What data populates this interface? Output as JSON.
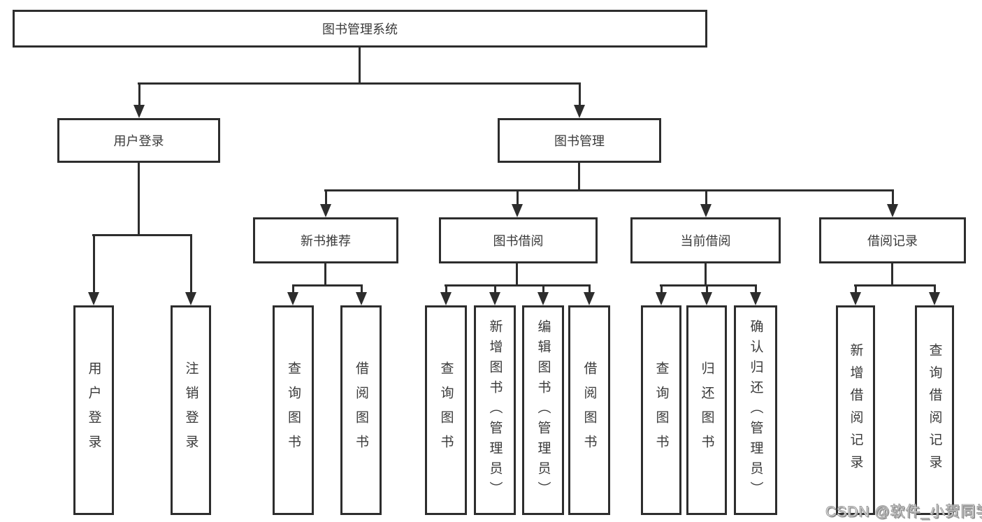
{
  "tree": {
    "label": "图书管理系统",
    "children": [
      {
        "label": "用户登录",
        "children": [
          {
            "label": "用户登录"
          },
          {
            "label": "注销登录"
          }
        ]
      },
      {
        "label": "图书管理",
        "children": [
          {
            "label": "新书推荐",
            "children": [
              {
                "label": "查询图书"
              },
              {
                "label": "借阅图书"
              }
            ]
          },
          {
            "label": "图书借阅",
            "children": [
              {
                "label": "查询图书"
              },
              {
                "label": "新增图书（管理员）"
              },
              {
                "label": "编辑图书（管理员）"
              },
              {
                "label": "借阅图书"
              }
            ]
          },
          {
            "label": "当前借阅",
            "children": [
              {
                "label": "查询图书"
              },
              {
                "label": "归还图书"
              },
              {
                "label": "确认归还（管理员）"
              }
            ]
          },
          {
            "label": "借阅记录",
            "children": [
              {
                "label": "新增借阅记录"
              },
              {
                "label": "查询借阅记录"
              }
            ]
          }
        ]
      }
    ]
  },
  "watermark": {
    "text": "CSDN @软件_小贺同学"
  },
  "colors": {
    "line": "#2d2d2d",
    "text": "#3a3a3a",
    "background": "#ffffff",
    "watermark_fill": "#f5f5f5",
    "watermark_shadow": "#8c8c8c"
  }
}
